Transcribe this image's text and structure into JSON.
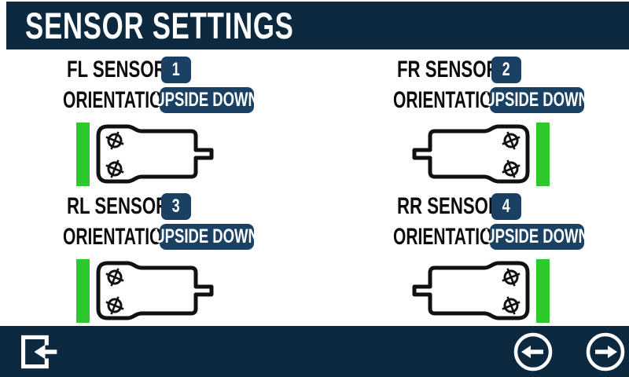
{
  "title": "SENSOR SETTINGS",
  "colors": {
    "navy": "#0d2940",
    "accent": "#1a4163",
    "green": "#2ec82e",
    "text": "#0c0c0c",
    "white": "#ffffff"
  },
  "sensors": [
    {
      "id": "fl",
      "label": "FL SENSOR",
      "number": "1",
      "orientation_label": "ORIENTATION",
      "orientation_value": "UPSIDE DOWN"
    },
    {
      "id": "fr",
      "label": "FR SENSOR",
      "number": "2",
      "orientation_label": "ORIENTATION",
      "orientation_value": "UPSIDE DOWN"
    },
    {
      "id": "rl",
      "label": "RL SENSOR",
      "number": "3",
      "orientation_label": "ORIENTATION",
      "orientation_value": "UPSIDE DOWN"
    },
    {
      "id": "rr",
      "label": "RR SENSOR",
      "number": "4",
      "orientation_label": "ORIENTATION",
      "orientation_value": "UPSIDE DOWN"
    }
  ],
  "icons": {
    "exit": "exit-icon",
    "prev": "arrow-left-circle-icon",
    "next": "arrow-right-circle-icon",
    "screw": "crosshair-screw-icon"
  }
}
